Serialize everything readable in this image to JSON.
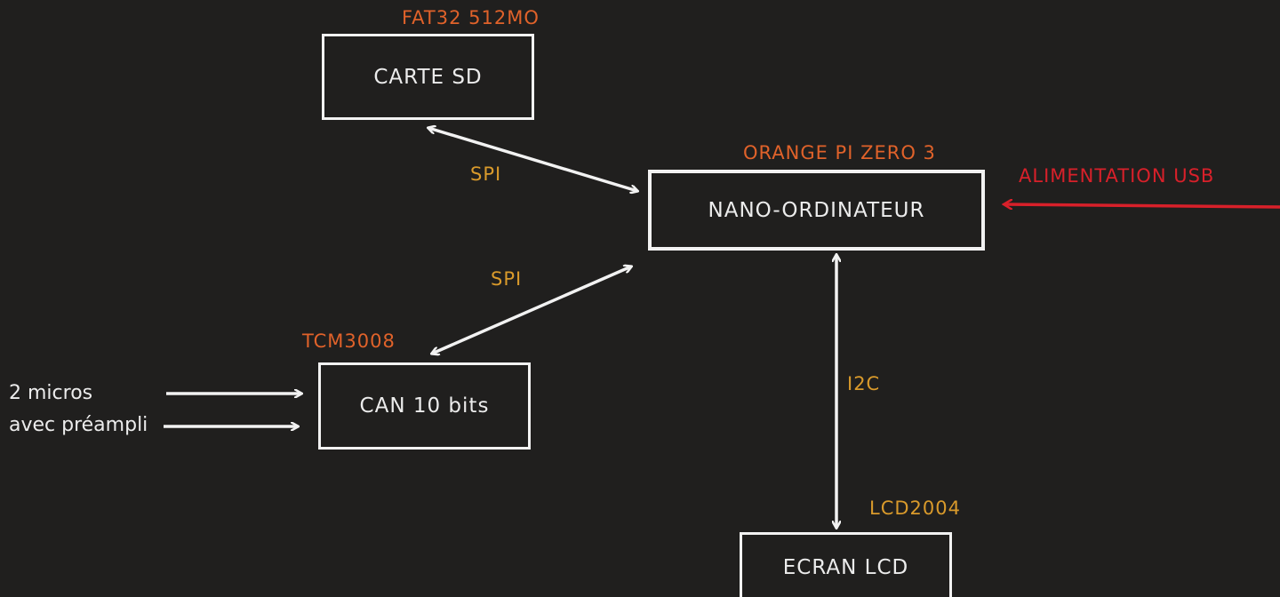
{
  "colors": {
    "background": "#201f1e",
    "box_stroke": "#f2f2f2",
    "part_label": "#e0622a",
    "bus_label": "#d99a2b",
    "power": "#d8202a",
    "arrow": "#f2f2f2"
  },
  "blocks": {
    "sd_card": {
      "label": "CARTE SD",
      "part": "FAT32 512MO"
    },
    "computer": {
      "label": "NANO-ORDINATEUR",
      "part": "ORANGE PI ZERO 3"
    },
    "adc": {
      "label": "CAN 10 bits",
      "part": "TCM3008"
    },
    "lcd": {
      "label": "ECRAN LCD",
      "part": "LCD2004"
    }
  },
  "buses": {
    "sd_to_computer": "SPI",
    "adc_to_computer": "SPI",
    "computer_to_lcd": "I2C"
  },
  "power": {
    "label": "ALIMENTATION USB"
  },
  "inputs": {
    "line1": "2 micros",
    "line2": "avec préampli"
  }
}
